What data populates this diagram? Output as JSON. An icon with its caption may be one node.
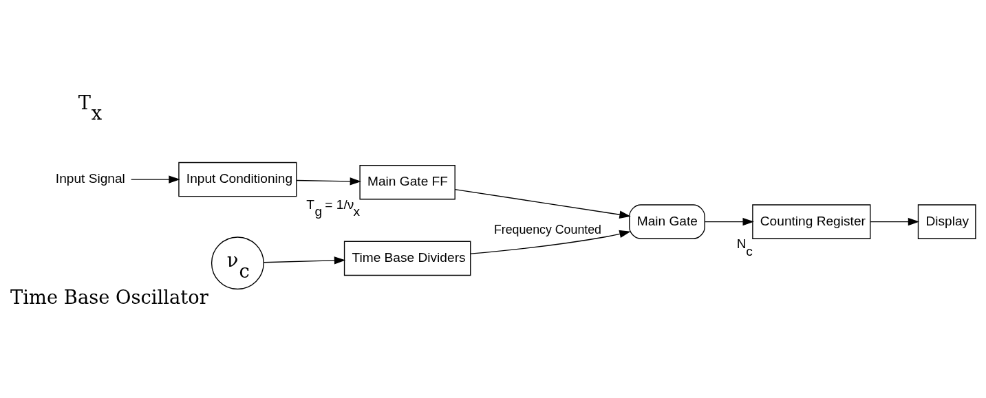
{
  "diagram": {
    "nodes": [
      {
        "text": [
          "Input Signal"
        ]
      },
      {
        "text": [
          "Input Conditioning"
        ]
      },
      {
        "text": [
          "Main Gate FF"
        ],
        "beside": [
          "T$_{g}$ = 1/ν$_{x}$"
        ]
      },
      {
        "text": [
          "Main Gate"
        ]
      },
      {
        "text": [
          "Counting Register"
        ],
        "beside": [
          "N$_{c}$"
        ]
      },
      {
        "text": [
          "Display"
        ]
      },
      {
        "text": [
          "Time Base Dividers"
        ]
      },
      {
        "text": [
          "ν$_{c}$"
        ],
        "beside": [
          "Time Base Oscillator"
        ]
      }
    ],
    "edges": [
      {
        "from": 0,
        "to": 1,
        "arrow": "to"
      },
      {
        "from": 1,
        "to": 2,
        "arrow": "to"
      },
      {
        "from": 2,
        "to": 3,
        "arrow": "to"
      },
      {
        "from": 6,
        "to": 3,
        "arrow": "to",
        "label": "Frequency Counted"
      },
      {
        "from": 3,
        "to": 4,
        "arrow": "to"
      },
      {
        "from": 4,
        "to": 5,
        "arrow": "to"
      },
      {
        "from": 7,
        "to": 6,
        "arrow": "to"
      }
    ],
    "labels": [
      "T$_{x}$"
    ]
  }
}
